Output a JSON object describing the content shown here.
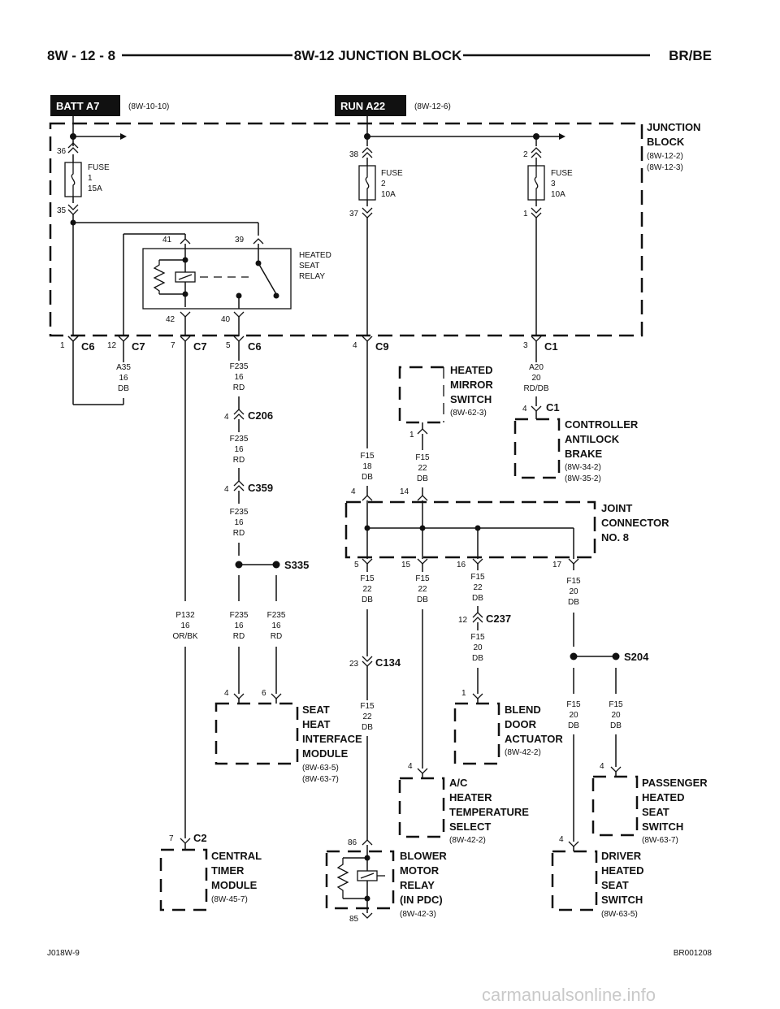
{
  "header": {
    "left": "8W - 12 - 8",
    "center": "8W-12 JUNCTION BLOCK",
    "right": "BR/BE"
  },
  "footer": {
    "left": "J018W-9",
    "right": "BR001208",
    "watermark": "carmanualsonline.info"
  },
  "sources": [
    {
      "label": "BATT A7",
      "ref": "(8W-10-10)"
    },
    {
      "label": "RUN A22",
      "ref": "(8W-12-6)"
    }
  ],
  "junction_block": {
    "title_lines": [
      "JUNCTION",
      "BLOCK"
    ],
    "refs": [
      "(8W-12-2)",
      "(8W-12-3)"
    ]
  },
  "joint_connector": {
    "title_lines": [
      "JOINT",
      "CONNECTOR",
      "NO. 8"
    ]
  },
  "fuses": [
    {
      "lines": [
        "FUSE",
        "1",
        "15A"
      ],
      "pin_top": "36",
      "pin_bottom": "35"
    },
    {
      "lines": [
        "FUSE",
        "2",
        "10A"
      ],
      "pin_top": "38",
      "pin_bottom": "37"
    },
    {
      "lines": [
        "FUSE",
        "3",
        "10A"
      ],
      "pin_top": "2",
      "pin_bottom": "1"
    }
  ],
  "relay": {
    "lines": [
      "HEATED",
      "SEAT",
      "RELAY"
    ],
    "pins": [
      "41",
      "39",
      "42",
      "40"
    ]
  },
  "connectors": [
    {
      "pin": "1",
      "name": "C6"
    },
    {
      "pin": "12",
      "name": "C7"
    },
    {
      "pin": "7",
      "name": "C7"
    },
    {
      "pin": "5",
      "name": "C6"
    },
    {
      "pin": "4",
      "name": "C9"
    },
    {
      "pin": "3",
      "name": "C1"
    },
    {
      "pin": "4",
      "name": "C206"
    },
    {
      "pin": "4",
      "name": "C359"
    },
    {
      "pin": "4",
      "name": "C1"
    },
    {
      "pin": "12",
      "name": "C237"
    },
    {
      "pin": "23",
      "name": "C134"
    },
    {
      "pin": "7",
      "name": "C2"
    }
  ],
  "splices": [
    "S335",
    "S204"
  ],
  "wires": [
    {
      "lines": [
        "A35",
        "16",
        "DB"
      ]
    },
    {
      "lines": [
        "F235",
        "16",
        "RD"
      ]
    },
    {
      "lines": [
        "F235",
        "16",
        "RD"
      ]
    },
    {
      "lines": [
        "F235",
        "16",
        "RD"
      ]
    },
    {
      "lines": [
        "F235",
        "16",
        "RD"
      ]
    },
    {
      "lines": [
        "F235",
        "16",
        "RD"
      ]
    },
    {
      "lines": [
        "P132",
        "16",
        "OR/BK"
      ]
    },
    {
      "lines": [
        "A20",
        "20",
        "RD/DB"
      ]
    },
    {
      "lines": [
        "F15",
        "18",
        "DB"
      ]
    },
    {
      "lines": [
        "F15",
        "22",
        "DB"
      ]
    },
    {
      "lines": [
        "F15",
        "22",
        "DB"
      ]
    },
    {
      "lines": [
        "F15",
        "22",
        "DB"
      ]
    },
    {
      "lines": [
        "F15",
        "22",
        "DB"
      ]
    },
    {
      "lines": [
        "F15",
        "20",
        "DB"
      ]
    },
    {
      "lines": [
        "F15",
        "20",
        "DB"
      ]
    },
    {
      "lines": [
        "F15",
        "22",
        "DB"
      ]
    },
    {
      "lines": [
        "F15",
        "20",
        "DB"
      ]
    },
    {
      "lines": [
        "F15",
        "20",
        "DB"
      ]
    }
  ],
  "joint_pins": [
    "4",
    "14",
    "5",
    "15",
    "16",
    "17"
  ],
  "component_pins": [
    "1",
    "4",
    "6",
    "1",
    "4",
    "4",
    "4",
    "86",
    "85"
  ],
  "components": [
    {
      "title_lines": [
        "HEATED",
        "MIRROR",
        "SWITCH"
      ],
      "refs": [
        "(8W-62-3)"
      ]
    },
    {
      "title_lines": [
        "CONTROLLER",
        "ANTILOCK",
        "BRAKE"
      ],
      "refs": [
        "(8W-34-2)",
        "(8W-35-2)"
      ]
    },
    {
      "title_lines": [
        "SEAT",
        "HEAT",
        "INTERFACE",
        "MODULE"
      ],
      "refs": [
        "(8W-63-5)",
        "(8W-63-7)"
      ]
    },
    {
      "title_lines": [
        "BLEND",
        "DOOR",
        "ACTUATOR"
      ],
      "refs": [
        "(8W-42-2)"
      ]
    },
    {
      "title_lines": [
        "A/C",
        "HEATER",
        "TEMPERATURE",
        "SELECT"
      ],
      "refs": [
        "(8W-42-2)"
      ]
    },
    {
      "title_lines": [
        "PASSENGER",
        "HEATED",
        "SEAT",
        "SWITCH"
      ],
      "refs": [
        "(8W-63-7)"
      ]
    },
    {
      "title_lines": [
        "CENTRAL",
        "TIMER",
        "MODULE"
      ],
      "refs": [
        "(8W-45-7)"
      ]
    },
    {
      "title_lines": [
        "BLOWER",
        "MOTOR",
        "RELAY",
        "(IN PDC)"
      ],
      "refs": [
        "(8W-42-3)"
      ]
    },
    {
      "title_lines": [
        "DRIVER",
        "HEATED",
        "SEAT",
        "SWITCH"
      ],
      "refs": [
        "(8W-63-5)"
      ]
    }
  ]
}
